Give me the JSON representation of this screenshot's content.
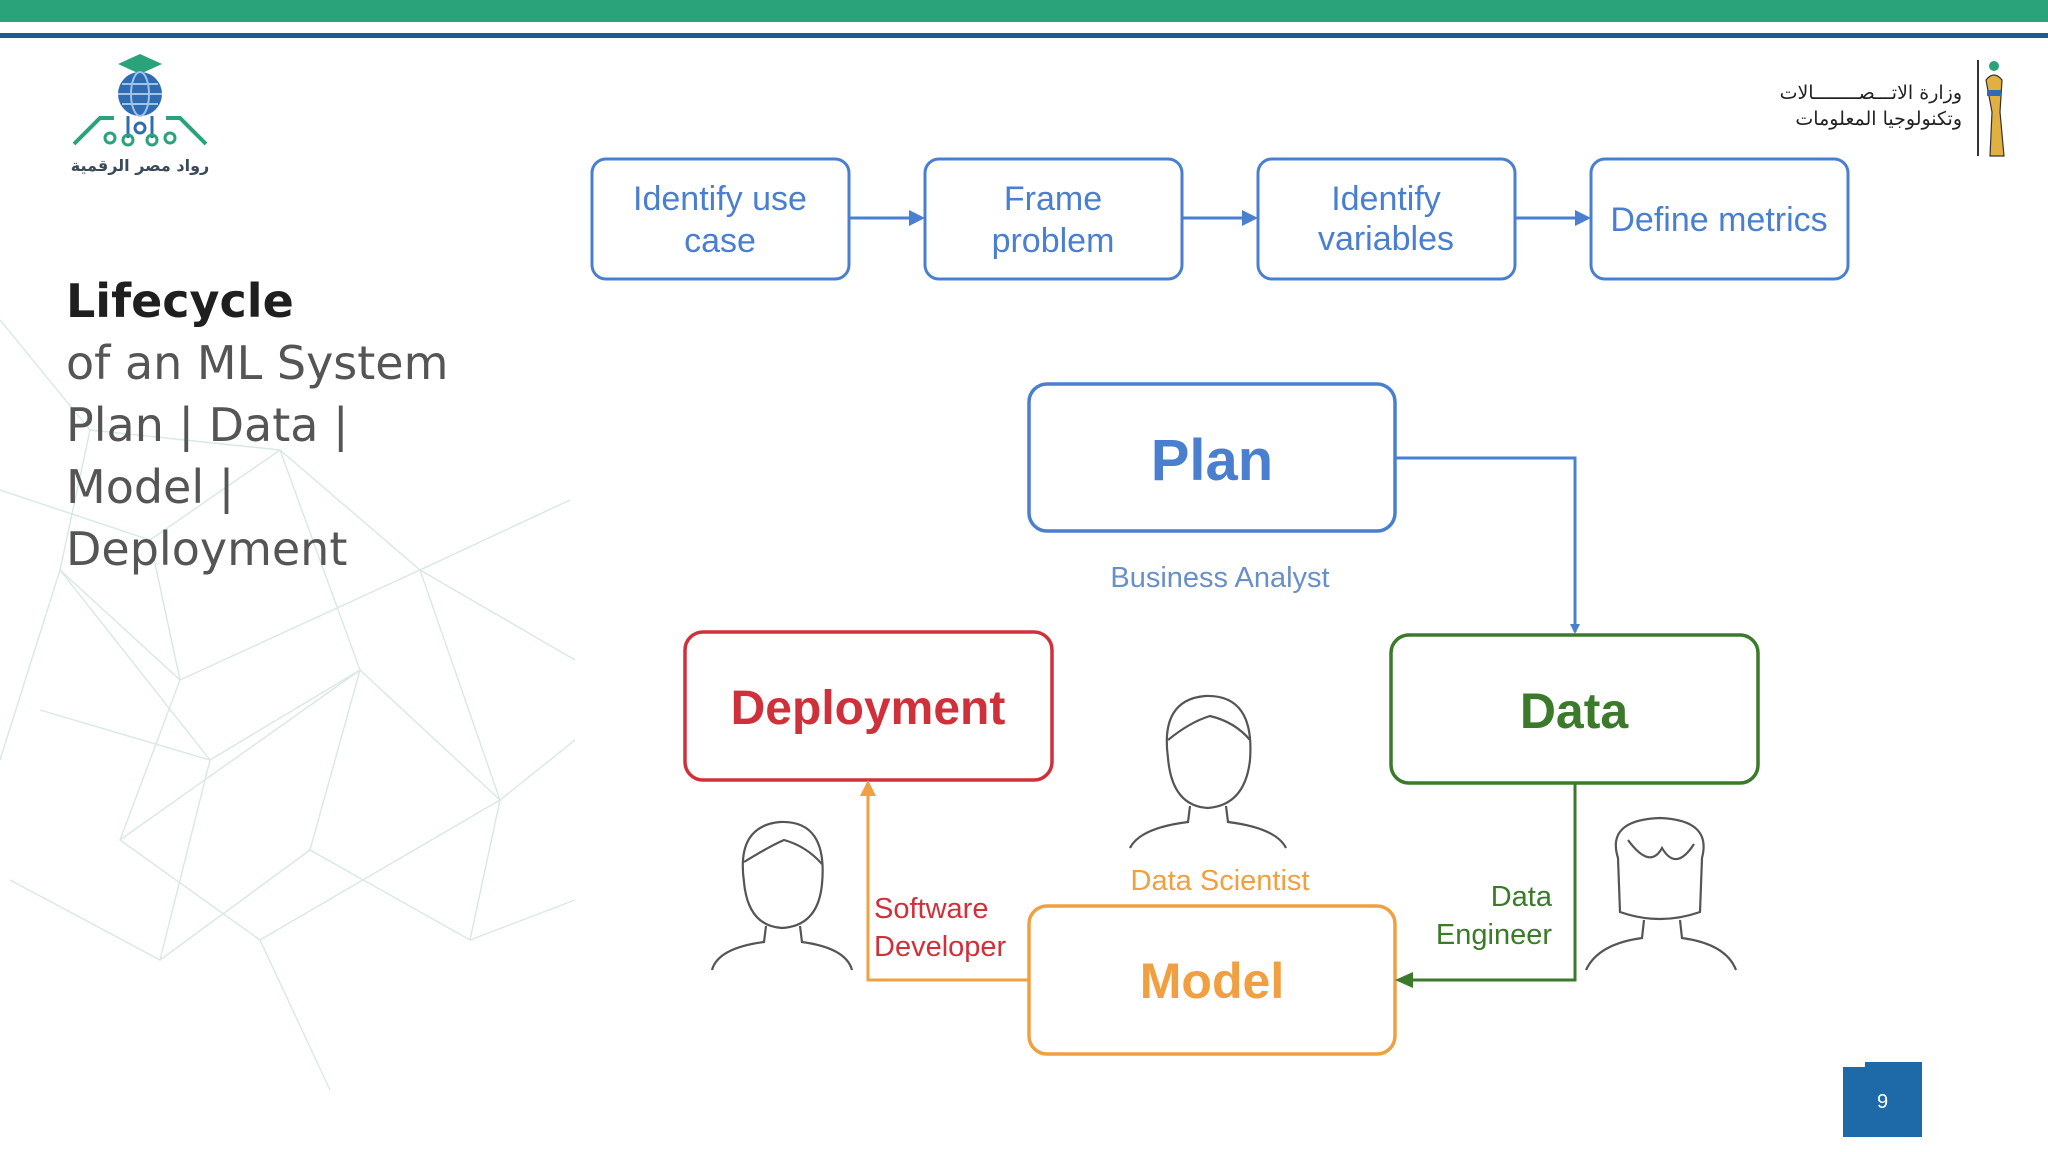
{
  "header": {
    "logo_left_caption": "رواد مصر الرقمية",
    "ministry_line1": "وزارة الاتـــصــــــــالات",
    "ministry_line2": "وتكنولوجيا المعلومات"
  },
  "title": {
    "bold": "Lifecycle",
    "line2": "of an ML System",
    "line3": "Plan | Data |",
    "line4": "Model |",
    "line5": "Deployment"
  },
  "steps": [
    "Identify use case",
    "Frame problem",
    "Identify variables",
    "Define metrics"
  ],
  "cycle": {
    "plan": "Plan",
    "data": "Data",
    "model": "Model",
    "deployment": "Deployment"
  },
  "roles": {
    "business_analyst": "Business Analyst",
    "data_scientist": "Data Scientist",
    "data_engineer_1": "Data",
    "data_engineer_2": "Engineer",
    "software_developer_1": "Software",
    "software_developer_2": "Developer"
  },
  "page_number": "9",
  "colors": {
    "blue": "#4a7fd0",
    "green": "#3a7a2a",
    "red": "#d0303a",
    "orange": "#f0a040",
    "top_bar": "#2aa37a"
  }
}
